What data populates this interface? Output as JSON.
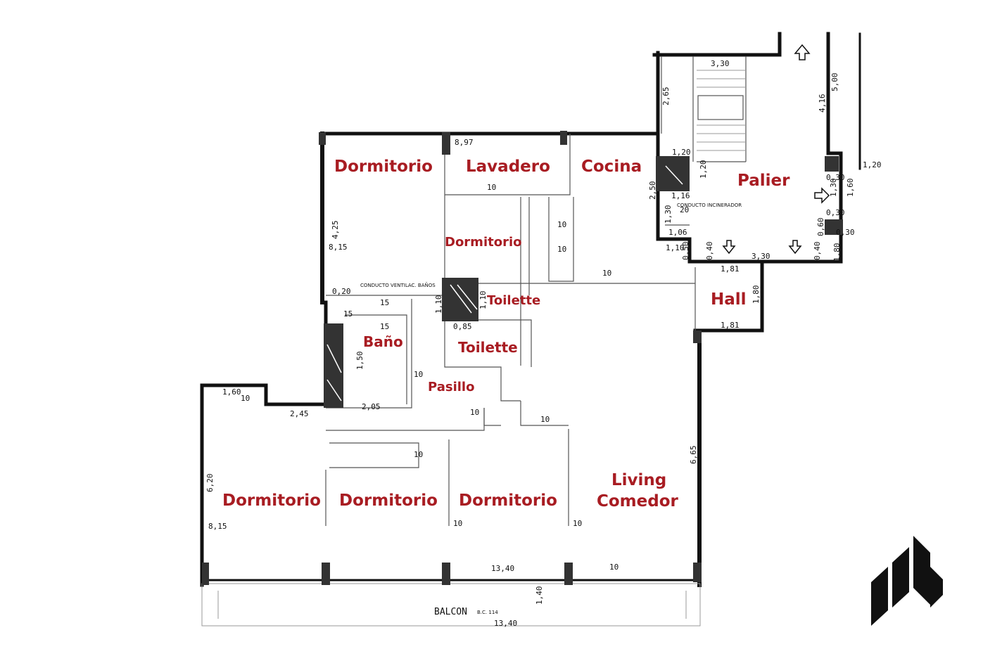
{
  "rooms": {
    "dormitorio_top": "Dormitorio",
    "lavadero": "Lavadero",
    "cocina": "Cocina",
    "palier": "Palier",
    "dormitorio_mid": "Dormitorio",
    "toilette_1": "Toilette",
    "hall": "Hall",
    "bano": "Baño",
    "toilette_2": "Toilette",
    "pasillo": "Pasillo",
    "dormitorio_b1": "Dormitorio",
    "dormitorio_b2": "Dormitorio",
    "dormitorio_b3": "Dormitorio",
    "living_line1": "Living",
    "living_line2": "Comedor"
  },
  "labels": {
    "balcon": "BALCON",
    "balcon_ref": "B.C. 114",
    "conducto_ventilac": "CONDUCTO VENTILAC. BAÑOS",
    "conducto_incinerador": "CONDUCTO INCINERADOR"
  },
  "dimensions": {
    "d_330_top": "3,30",
    "d_265": "2,65",
    "d_500": "5,00",
    "d_416": "4,16",
    "d_897": "8,97",
    "d_120a": "1,20",
    "d_120b": "1,20",
    "d_120c": "1,20",
    "d_250": "2,50",
    "d_130a": "1,30",
    "d_130b": "1,30",
    "d_160a": "1,60",
    "d_030a": "0,30",
    "d_030b": "0,30",
    "d_030c": "0,30",
    "d_425": "4,25",
    "d_815a": "8,15",
    "d_106": "1,06",
    "d_110a": "1,10",
    "d_050": "0,50",
    "d_040a": "0,40",
    "d_060": "0,60",
    "d_040b": "0,40",
    "d_180a": "1,80",
    "d_330_mid": "3,30",
    "d_181a": "1,81",
    "d_020": "0,20",
    "d_110b": "1,10",
    "d_110c": "1,10",
    "d_085": "0,85",
    "d_180b": "1,80",
    "d_181b": "1,81",
    "d_160b": "1,60",
    "d_245": "2,45",
    "d_205": "2,05",
    "d_150": "1,50",
    "d_665": "6,65",
    "d_620": "6,20",
    "d_815b": "8,15",
    "d_1340a": "13,40",
    "d_140": "1,40",
    "d_1340b": "13,40",
    "d_10a": "10",
    "d_10b": "10",
    "d_10c": "10",
    "d_10d": "10",
    "d_10e": "10",
    "d_10f": "10",
    "d_10g": "10",
    "d_10h": "10",
    "d_10i": "10",
    "d_10j": "10",
    "d_10k": "10",
    "d_15a": "15",
    "d_15b": "15",
    "d_15c": "15",
    "d_116": "1,16",
    "d_20": "20",
    "d_10l": "10"
  },
  "icons": {
    "logo": "brand-logo-icon",
    "arrow": "arrow-icon"
  },
  "colors": {
    "room_label": "#a81c22",
    "walls": "#111111",
    "logo": "#111111"
  }
}
